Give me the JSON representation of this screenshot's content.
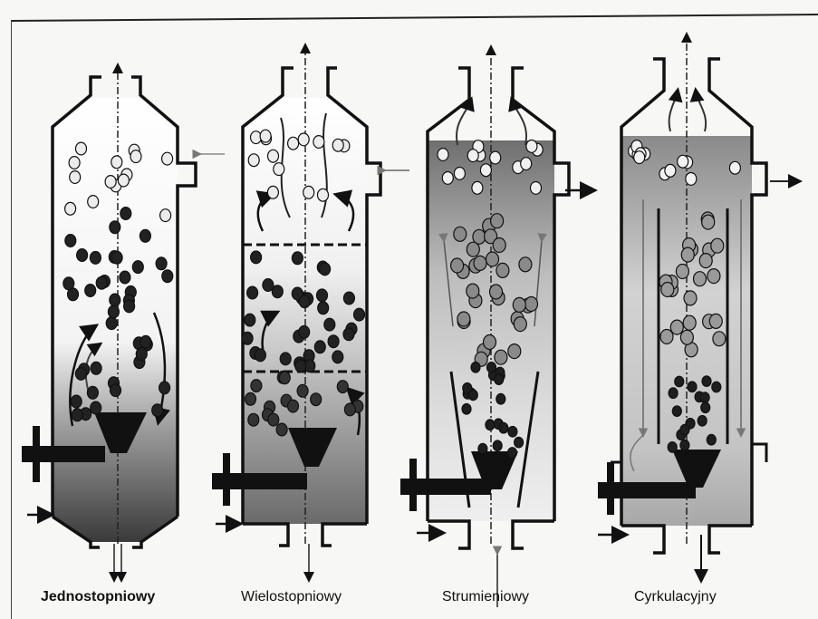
{
  "captions": [
    "Jednostopniowy",
    "Wielostopniowy",
    "Strumieniowy",
    "Cyrkulacyjny"
  ]
}
